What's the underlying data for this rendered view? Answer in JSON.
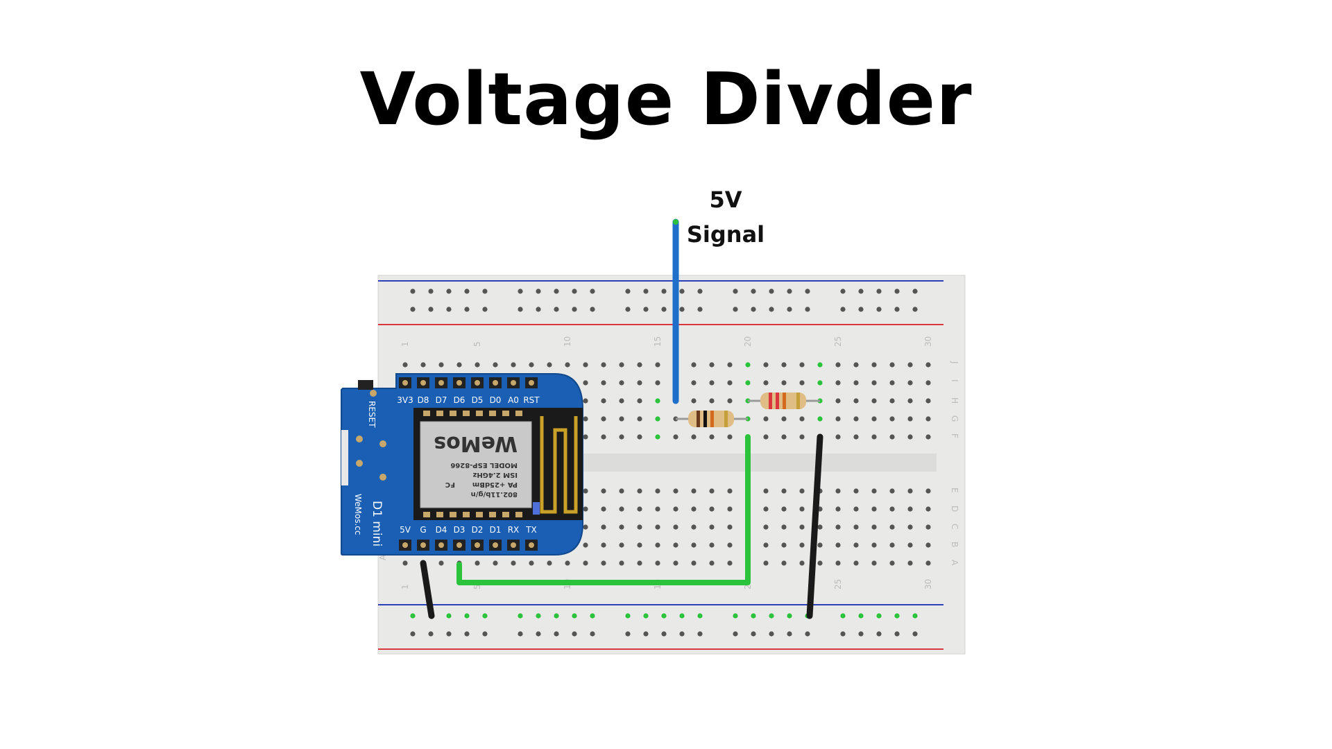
{
  "title": "Voltage Divder",
  "signal_label": {
    "line1": "5V",
    "line2": "Signal"
  },
  "board": {
    "name_line1": "D1 mini",
    "name_line2": "WeMos.cc",
    "reset_label": "RESET",
    "top_pins": [
      "3V3",
      "D8",
      "D7",
      "D6",
      "D5",
      "D0",
      "A0",
      "RST"
    ],
    "bottom_pins": [
      "5V",
      "G",
      "D4",
      "D3",
      "D2",
      "D1",
      "RX",
      "TX"
    ],
    "module": {
      "model": "MODEL  ESP-8266",
      "ism": "ISM 2.4GHz",
      "pa": "PA +25dBm",
      "wifi": "802.11b/g/n",
      "fc": "FC",
      "brand": "WeMos"
    }
  },
  "breadboard": {
    "column_numbers": [
      "1",
      "5",
      "10",
      "15",
      "20",
      "25",
      "30"
    ],
    "rows_top": [
      "J",
      "I",
      "H",
      "G",
      "F"
    ],
    "rows_bottom": [
      "E",
      "D",
      "C",
      "B",
      "A"
    ]
  },
  "colors": {
    "wire_signal": "#1e6fc9",
    "wire_analog": "#2bc33b",
    "wire_ground": "#1a1a1a",
    "board_blue": "#1a5fb4",
    "rail_red": "#d9363e",
    "rail_blue": "#2a3fb8"
  }
}
